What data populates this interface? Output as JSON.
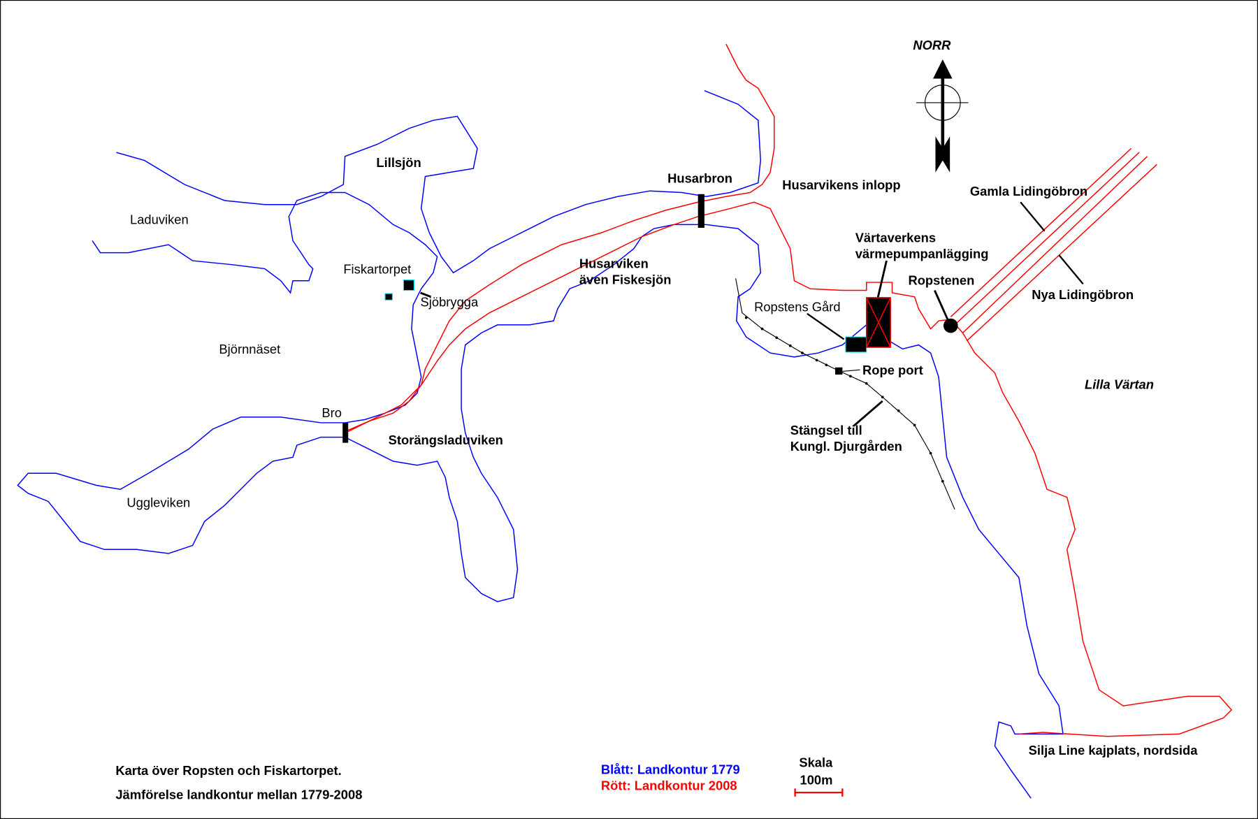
{
  "title": {
    "line1": "Karta över Ropsten och Fiskartorpet.",
    "line2": "Jämförelse landkontur mellan 1779-2008"
  },
  "legend": {
    "blue_label": "Blått: Landkontur 1779",
    "red_label": "Rött: Landkontur 2008",
    "blue_color": "#0000ff",
    "red_color": "#ff0000"
  },
  "scale": {
    "title": "Skala",
    "value": "100m"
  },
  "compass": {
    "label": "NORR"
  },
  "places": {
    "lillsjon": "Lillsjön",
    "laduviken": "Laduviken",
    "fiskartorpet": "Fiskartorpet",
    "sjobrygga": "Sjöbrygga",
    "bjornnaset": "Björnnäset",
    "bro": "Bro",
    "storangsladuviken": "Storängsladuviken",
    "uggleviken": "Uggleviken",
    "husarbron": "Husarbron",
    "husarviken1": "Husarviken",
    "husarviken2": "även Fiskesjön",
    "husarvikens_inlopp": "Husarvikens inlopp",
    "gamla_lidingobron": "Gamla Lidingöbron",
    "nya_lidingobron": "Nya Lidingöbron",
    "vartaverkens1": "Värtaverkens",
    "vartaverkens2": "värmepumpanlägging",
    "ropstenen": "Ropstenen",
    "ropstens_gard": "Ropstens Gård",
    "rope_port": "Rope port",
    "stangsel1": "Stängsel till",
    "stangsel2": "Kungl. Djurgården",
    "lilla_vartan": "Lilla Värtan",
    "silja": "Silja Line kajplats, nordsida"
  }
}
